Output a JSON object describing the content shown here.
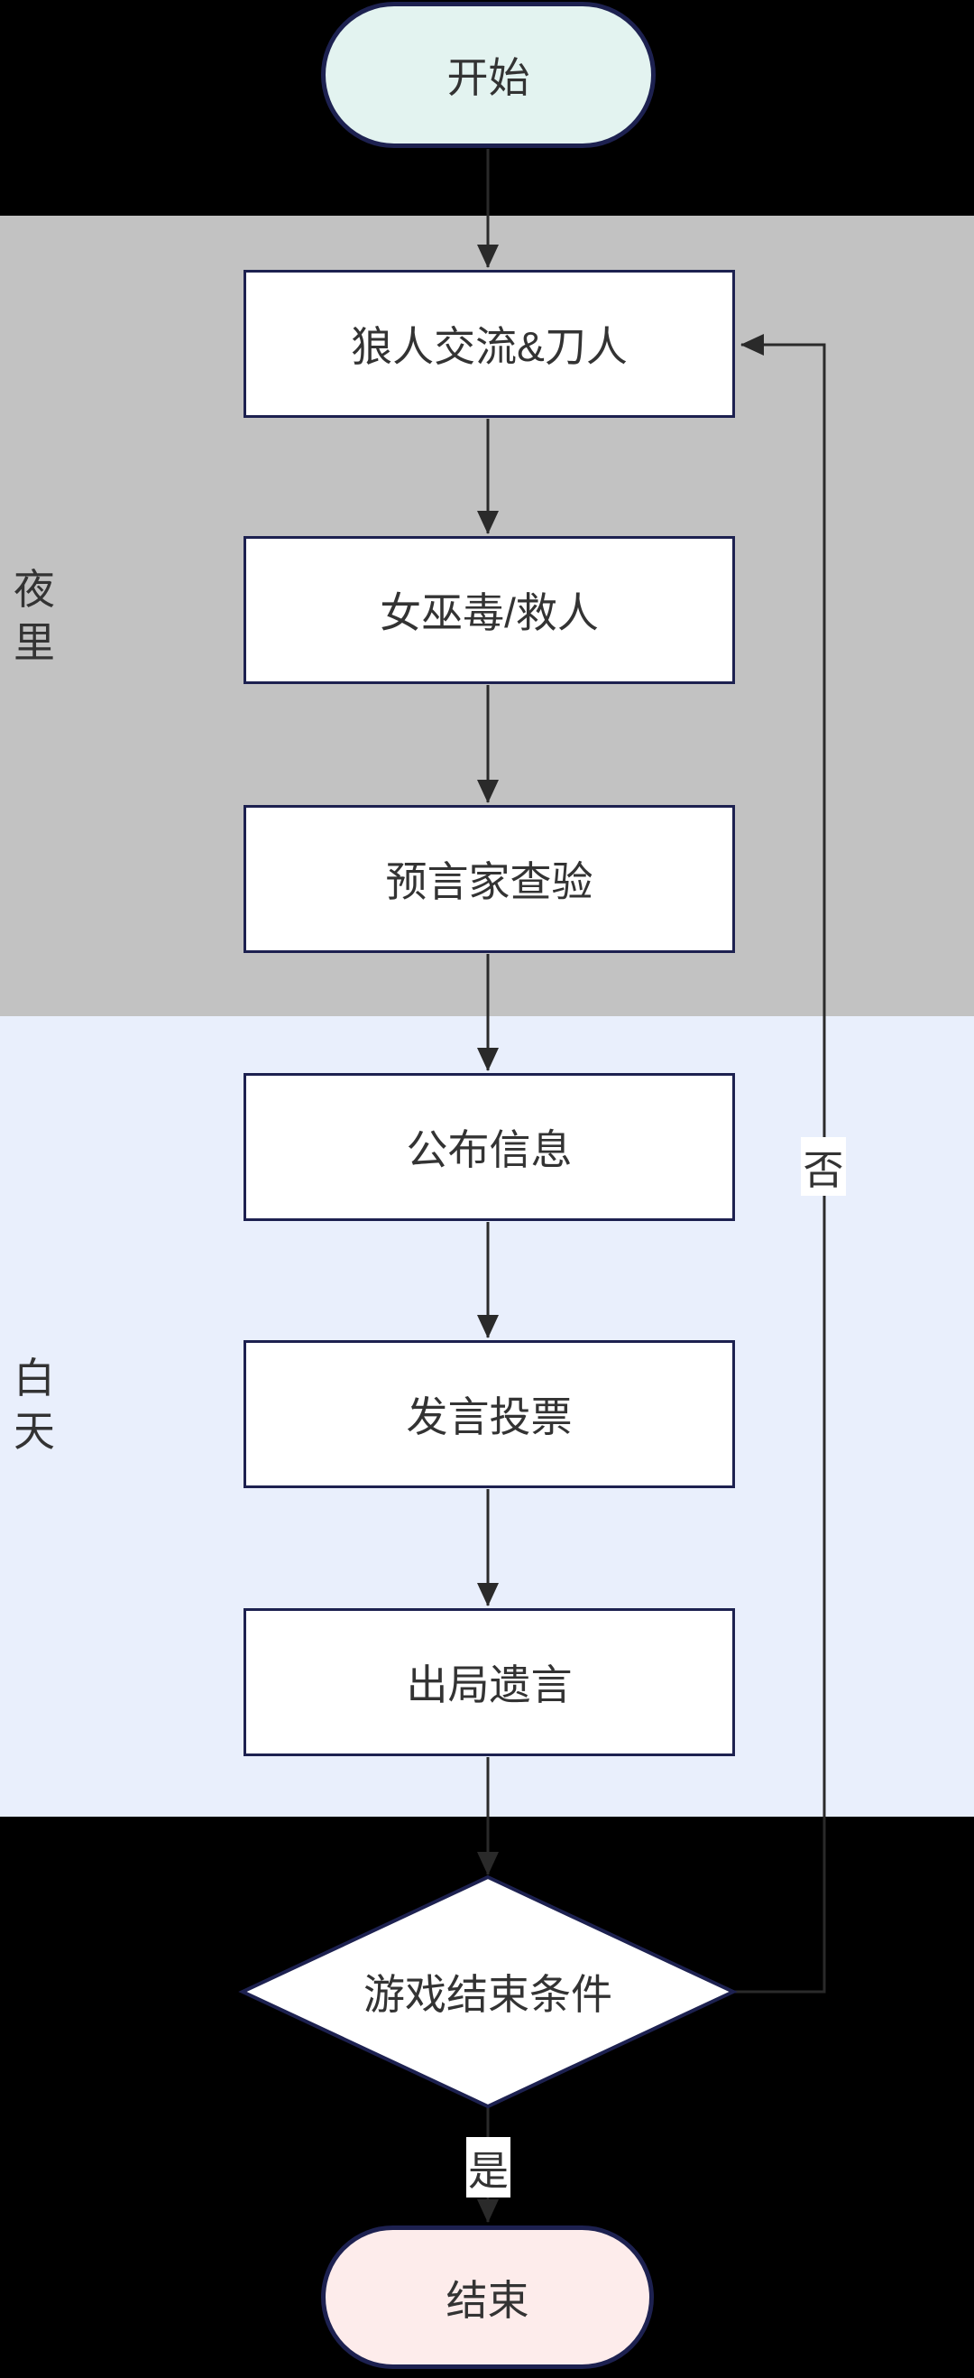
{
  "canvas": {
    "background": "#000000"
  },
  "bands": {
    "night": {
      "label": "夜里",
      "color": "#c2c2c2"
    },
    "day": {
      "label": "白天",
      "color": "#e9effc"
    }
  },
  "nodes": {
    "start": {
      "label": "开始",
      "shape": "terminator",
      "fill": "#e3f3f0"
    },
    "wolf_kill": {
      "label": "狼人交流&刀人",
      "shape": "process",
      "fill": "#ffffff"
    },
    "witch": {
      "label": "女巫毒/救人",
      "shape": "process",
      "fill": "#ffffff"
    },
    "seer": {
      "label": "预言家查验",
      "shape": "process",
      "fill": "#ffffff"
    },
    "announce": {
      "label": "公布信息",
      "shape": "process",
      "fill": "#ffffff"
    },
    "vote": {
      "label": "发言投票",
      "shape": "process",
      "fill": "#ffffff"
    },
    "last_words": {
      "label": "出局遗言",
      "shape": "process",
      "fill": "#ffffff"
    },
    "end_condition": {
      "label": "游戏结束条件",
      "shape": "decision",
      "fill": "#ffffff"
    },
    "end": {
      "label": "结束",
      "shape": "terminator",
      "fill": "#fdeceb"
    }
  },
  "edge_labels": {
    "no": "否",
    "yes": "是"
  },
  "colors": {
    "shape_border": "#1d2150",
    "connector": "#2a2a2a",
    "text": "#333333"
  }
}
